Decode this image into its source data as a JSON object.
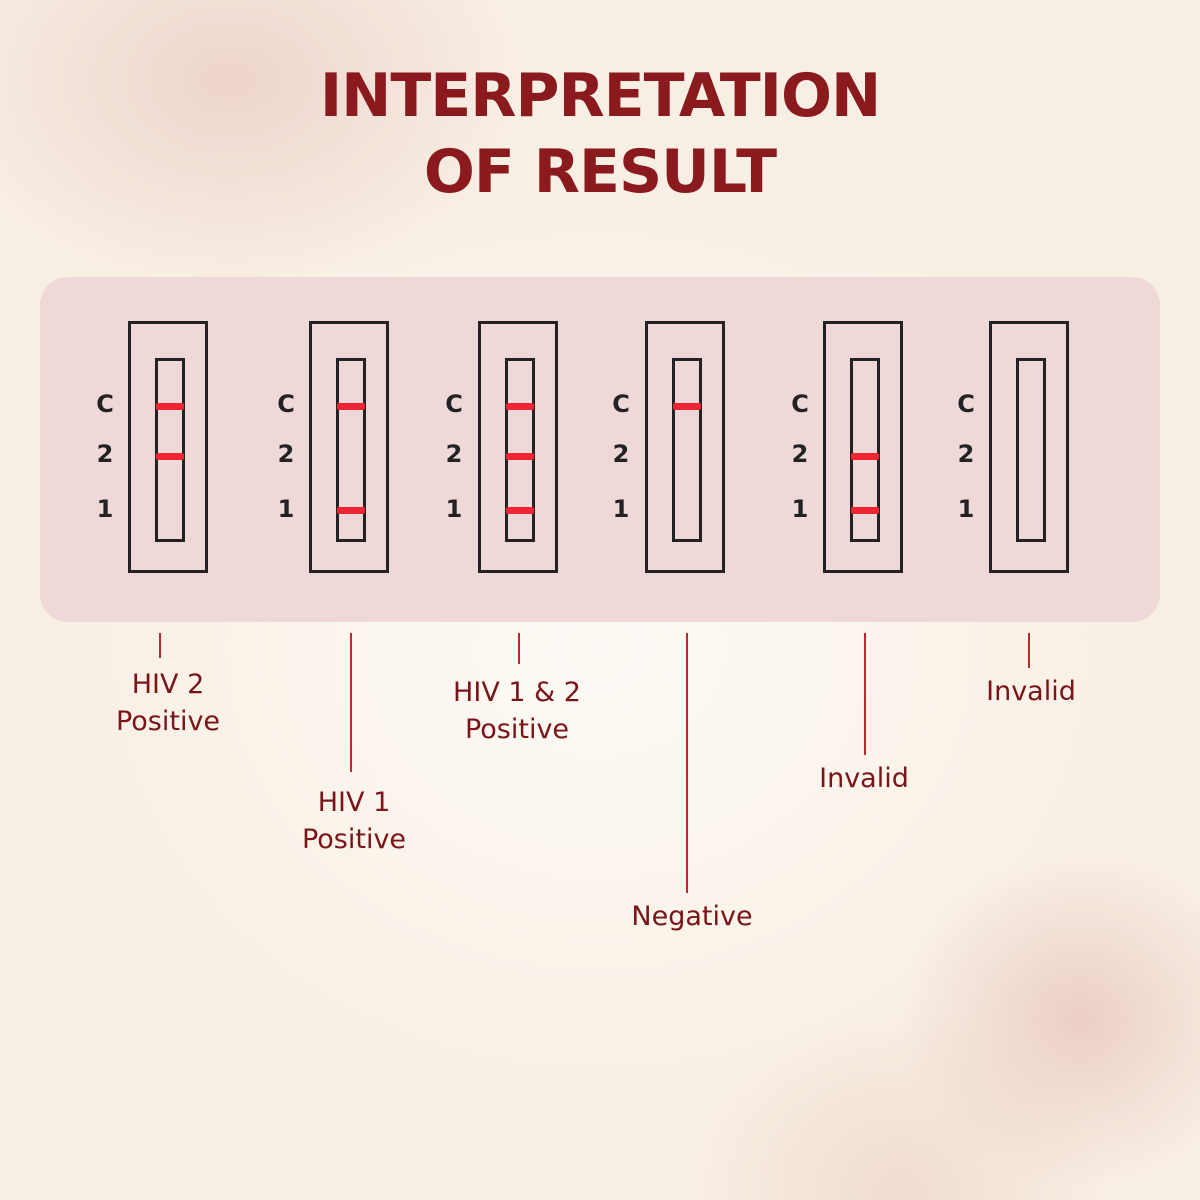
{
  "title": {
    "line1": "INTERPRETATION",
    "line2": "OF RESULT"
  },
  "line_markers": {
    "c": "C",
    "two": "2",
    "one": "1"
  },
  "band_color": "#ef2632",
  "results": [
    {
      "label_line1": "HIV 2",
      "label_line2": "Positive",
      "bands": [
        "C",
        "2"
      ]
    },
    {
      "label_line1": "HIV 1",
      "label_line2": "Positive",
      "bands": [
        "C",
        "1"
      ]
    },
    {
      "label_line1": "HIV 1 & 2",
      "label_line2": "Positive",
      "bands": [
        "C",
        "2",
        "1"
      ]
    },
    {
      "label_line1": "Negative",
      "label_line2": "",
      "bands": [
        "C"
      ]
    },
    {
      "label_line1": "Invalid",
      "label_line2": "",
      "bands": [
        "2",
        "1"
      ]
    },
    {
      "label_line1": "Invalid",
      "label_line2": "",
      "bands": []
    }
  ]
}
